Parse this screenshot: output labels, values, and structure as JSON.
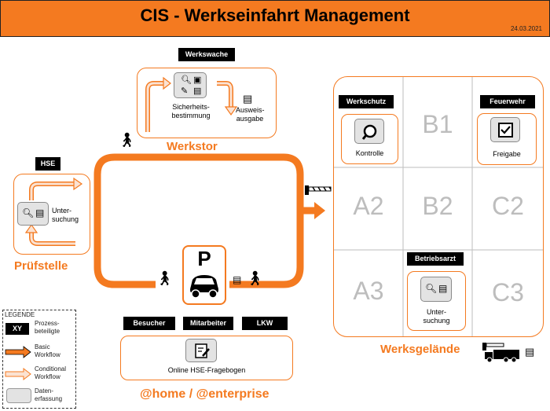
{
  "header": {
    "title": "CIS - Werkseinfahrt Management",
    "date": "24.03.2021"
  },
  "werkstor": {
    "label": "Werkswache",
    "icon_caption": "Sicherheits-\nbestimmung",
    "ausweis": "Ausweis-\nausgabe",
    "title": "Werkstor"
  },
  "pruefstelle": {
    "label": "HSE",
    "caption": "Unter-\nsuchung",
    "title": "Prüfstelle"
  },
  "werksgelaende": {
    "title": "Werksgelände",
    "cells": [
      "B1",
      "A2",
      "B2",
      "C2",
      "A3",
      "C3"
    ],
    "werkschutz": {
      "label": "Werkschutz",
      "caption": "Kontrolle"
    },
    "feuerwehr": {
      "label": "Feuerwehr",
      "caption": "Freigabe"
    },
    "betriebsarzt": {
      "label": "Betriebsarzt",
      "caption": "Unter-\nsuchung"
    }
  },
  "parking": {
    "letter": "P"
  },
  "home": {
    "labels": [
      "Besucher",
      "Mitarbeiter",
      "LKW"
    ],
    "caption": "Online HSE-Fragebogen",
    "title": "@home / @enterprise"
  },
  "legend": {
    "title": "LEGENDE",
    "xy": "XY",
    "items": [
      "Prozess-\nbeteiligte",
      "Basic\nWorkflow",
      "Conditional\nWorkflow",
      "Daten-\nerfassung"
    ]
  },
  "colors": {
    "orange": "#f47a20",
    "light_orange": "#f8c7a8",
    "gray_box": "#e3e3e3"
  }
}
